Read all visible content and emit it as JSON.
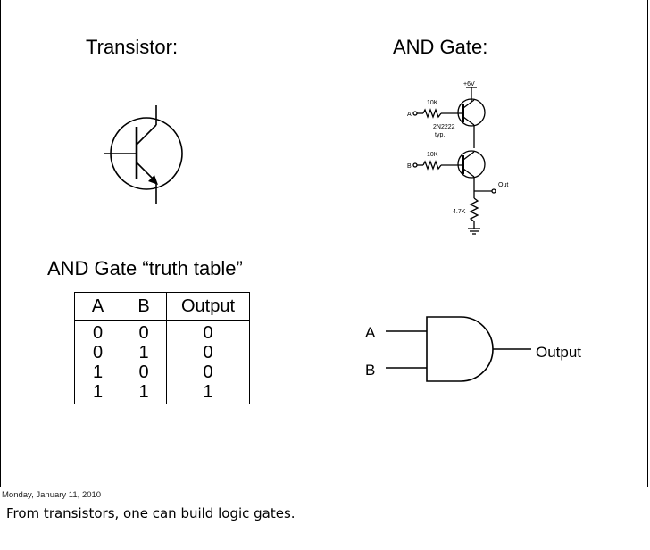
{
  "slide": {
    "transistor_title": "Transistor:",
    "and_gate_title": "AND Gate:",
    "truth_table_title": "AND Gate “truth table”",
    "circuit": {
      "supply": "+6V",
      "input_a": "A",
      "input_b": "B",
      "resistor_a": "10K",
      "resistor_b": "10K",
      "transistor_part": "2N2222",
      "transistor_note": "typ.",
      "output": "Out",
      "pulldown": "4.7K"
    },
    "truth_table": {
      "headers": [
        "A",
        "B",
        "Output"
      ],
      "rows": [
        [
          "0",
          "0",
          "0"
        ],
        [
          "0",
          "1",
          "0"
        ],
        [
          "1",
          "0",
          "0"
        ],
        [
          "1",
          "1",
          "1"
        ]
      ]
    },
    "gate_symbol": {
      "input_a": "A",
      "input_b": "B",
      "output": "Output"
    }
  },
  "caption": {
    "date": "Monday, January 11, 2010",
    "note": "From transistors, one can build logic gates."
  }
}
